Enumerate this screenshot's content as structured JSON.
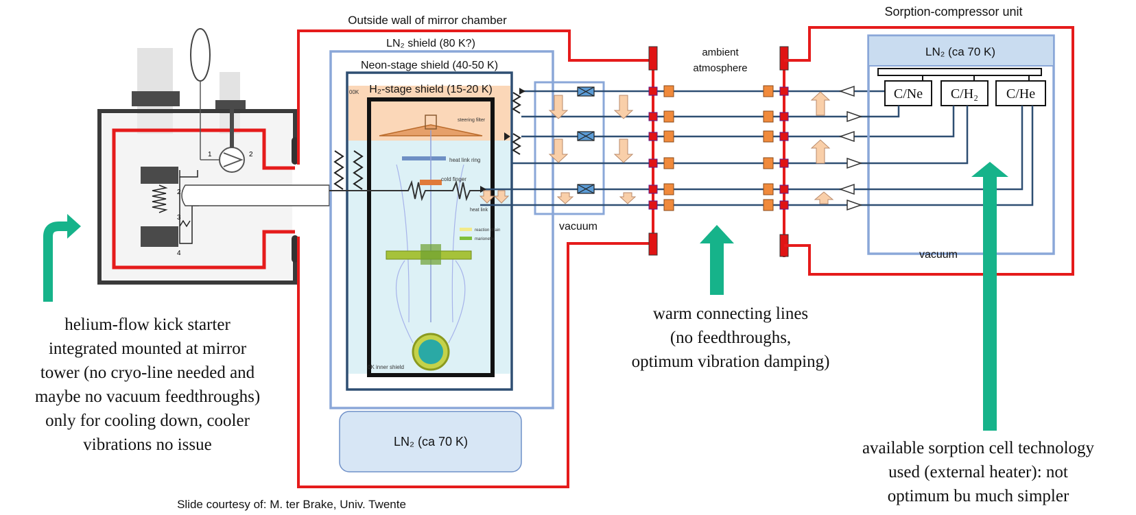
{
  "labels": {
    "outside_wall": "Outside wall of mirror chamber",
    "ln2_shield": "LN₂ shield (80 K?)",
    "neon_shield": "Neon-stage shield (40-50 K)",
    "h2_shield": "H₂-stage shield (15-20 K)",
    "k100": "00K",
    "steering_filter": "steering filter",
    "heat_link_ring": "heat link ring",
    "cold_finger": "cold finger",
    "heat_link": "heat link",
    "reaction_chain": "reaction chain",
    "marionette": "marionette",
    "inner_shield": "0K inner shield",
    "ln2_bottom": "LN₂ (ca 70 K)",
    "vacuum_left": "vacuum",
    "ambient": "ambient",
    "atmosphere": "atmosphere",
    "sorption_title": "Sorption-compressor unit",
    "ln2_right": "LN₂ (ca 70 K)",
    "c_ne": "C/Ne",
    "c_h2": "C/H₂",
    "c_he": "C/He",
    "vacuum_right": "vacuum",
    "pump_1": "1",
    "pump_2": "2",
    "pump_spring_2": "2",
    "pump_3": "3",
    "pump_4": "4",
    "credit": "Slide courtesy of: M. ter Brake, Univ. Twente"
  },
  "captions": {
    "left": [
      "helium-flow kick starter",
      "integrated mounted at mirror",
      "tower (no cryo-line needed and",
      "maybe no vacuum feedthroughs)",
      "only for cooling down, cooler",
      "vibrations no issue"
    ],
    "middle": [
      "warm connecting lines",
      "(no feedthroughs,",
      "optimum vibration damping)"
    ],
    "right": [
      "available sorption cell technology",
      "used (external heater): not",
      "optimum bu much simpler"
    ]
  },
  "colors": {
    "wall_red": "#e51b1b",
    "shield_blue": "#8aa7d8",
    "dark_blue": "#2e4e72",
    "arrow_green": "#16b38a",
    "peach": "#f9cfa9",
    "orange_block": "#f08a3c",
    "flange_red": "#e01414",
    "ln2_fill": "#c9dcf0"
  }
}
